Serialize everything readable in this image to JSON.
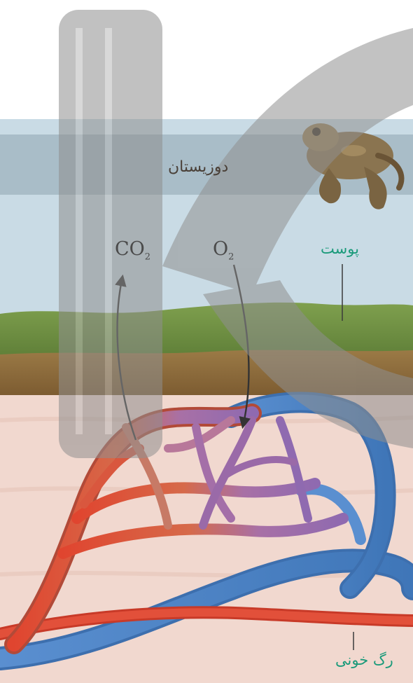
{
  "title": "دوزیستان",
  "gases": {
    "co2": {
      "main": "CO",
      "sub": "2"
    },
    "o2": {
      "main": "O",
      "sub": "2"
    }
  },
  "labels": {
    "skin": "پوست",
    "blood_vessel": "رگ خونی"
  },
  "colors": {
    "sky": "#c4d7e2",
    "band": "#a7bcc7",
    "grass": "#6f9044",
    "soil": "#8f6f3e",
    "tissue": "#f0d6cc",
    "artery": "#e2503a",
    "capillary": "#9a6aa8",
    "vein": "#4f86c4",
    "label_green": "#1a9a7a",
    "watermark": "#9a9a9a"
  }
}
